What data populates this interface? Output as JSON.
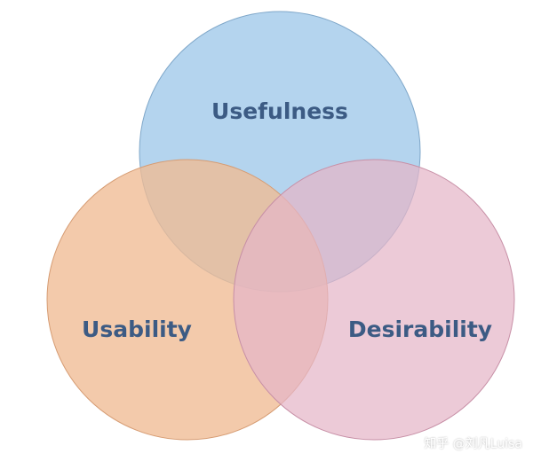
{
  "diagram": {
    "type": "venn",
    "sets": [
      {
        "label": "Usefulness",
        "color": "#9fc8e9",
        "stroke": "#7fa7c9"
      },
      {
        "label": "Usability",
        "color": "#efbb93",
        "stroke": "#d69c73"
      },
      {
        "label": "Desirability",
        "color": "#e4b5c7",
        "stroke": "#c78fa6"
      }
    ],
    "label_color": "#3c5b84"
  },
  "watermark": "知乎 @刘凡Luisa"
}
